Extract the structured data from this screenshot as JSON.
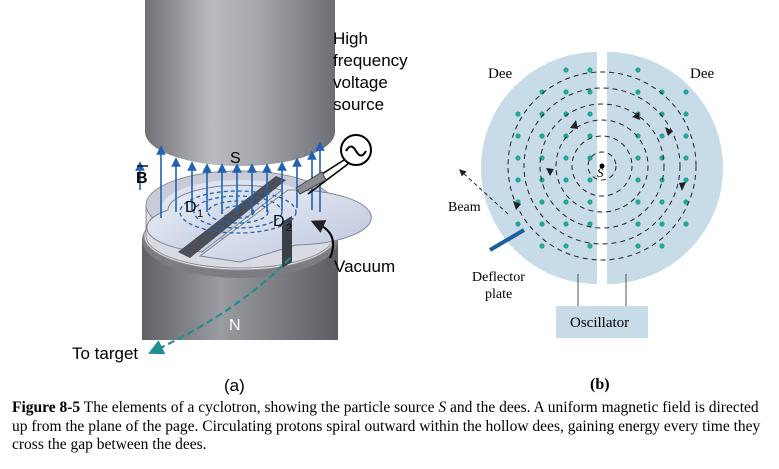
{
  "panel_a": {
    "label_source": "High frequency voltage source",
    "lines": [
      "High",
      "frequency",
      "voltage",
      "source"
    ],
    "label_S": "S",
    "label_N": "N",
    "label_B": "B",
    "label_D1": "D",
    "label_D1_sub": "1",
    "label_D2": "D",
    "label_D2_sub": "2",
    "label_vacuum": "Vacuum",
    "label_target": "To target",
    "panel_label": "(a)"
  },
  "panel_b": {
    "label_dee_left": "Dee",
    "label_dee_right": "Dee",
    "label_S": "S",
    "label_beam": "Beam",
    "label_deflector_1": "Deflector",
    "label_deflector_2": "plate",
    "label_oscillator": "Oscillator",
    "panel_label": "(b)"
  },
  "caption": {
    "figure_label": "Figure 8-5",
    "text_1": " The elements of a cyclotron, showing the particle source ",
    "text_S": "S",
    "text_2": " and the dees. A uniform magnetic field is directed up from the plane of the page. Circulating protons spiral outward within the hollow dees, gaining energy every time they cross the gap between the dees."
  },
  "colors": {
    "magnet_gray": "#8f9196",
    "field_blue": "#1f63b5",
    "beam_teal": "#1e8e8e",
    "dee_blue": "#c7dbe9",
    "dot_teal": "#25a59a"
  }
}
